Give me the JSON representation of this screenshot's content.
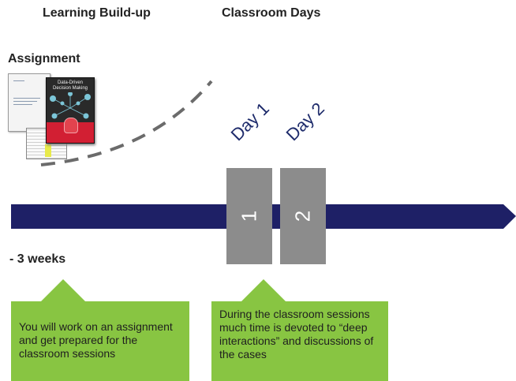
{
  "headings": {
    "learning_buildup": "Learning Build-up",
    "classroom_days": "Classroom Days",
    "assignment": "Assignment"
  },
  "book": {
    "title": "Data-Driven Decision Making"
  },
  "timeline": {
    "color": "#1e2066",
    "start_label": "- 3 weeks"
  },
  "days": [
    {
      "label": "Day 1",
      "number": "1"
    },
    {
      "label": "Day 2",
      "number": "2"
    }
  ],
  "callouts": [
    {
      "text": "You will work on an assignment and get prepared for the classroom sessions"
    },
    {
      "text": "During the classroom sessions much time is devoted to “deep interactions” and discussions of the cases"
    }
  ],
  "colors": {
    "callout_green": "#88c542",
    "day_block_gray": "#8c8c8c",
    "day_label_blue": "#1e2b6b"
  }
}
